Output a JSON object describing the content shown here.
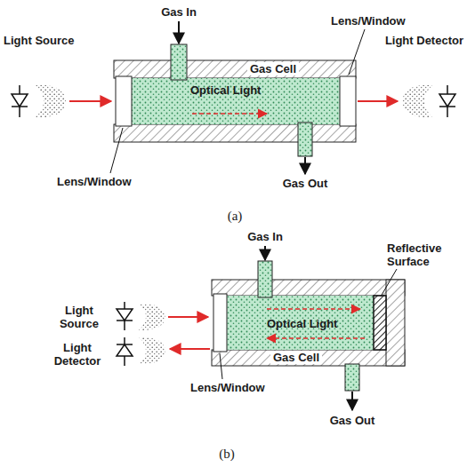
{
  "diagram": {
    "nodes": [
      {
        "text": [
          "Gas Cell",
          "Optical Light"
        ]
      },
      {
        "text": [
          "Gas Cell",
          "Optical Light"
        ]
      }
    ],
    "labels": [
      "Light Source",
      "Gas In",
      "Lens/Window",
      "Light Detector",
      "Lens/Window",
      "Gas Out",
      "(a)",
      "Gas In",
      "Reflective Surface",
      "Light Source",
      "Light Detector",
      "Lens/Window",
      "Gas Out",
      "(b)"
    ]
  }
}
